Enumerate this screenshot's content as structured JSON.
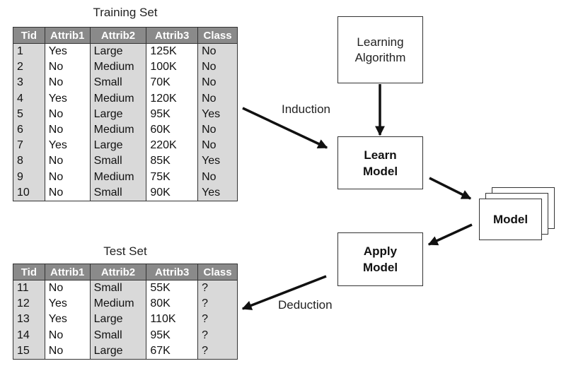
{
  "training_set": {
    "title": "Training Set",
    "headers": [
      "Tid",
      "Attrib1",
      "Attrib2",
      "Attrib3",
      "Class"
    ],
    "rows": [
      [
        "1",
        "Yes",
        "Large",
        "125K",
        "No"
      ],
      [
        "2",
        "No",
        "Medium",
        "100K",
        "No"
      ],
      [
        "3",
        "No",
        "Small",
        "70K",
        "No"
      ],
      [
        "4",
        "Yes",
        "Medium",
        "120K",
        "No"
      ],
      [
        "5",
        "No",
        "Large",
        "95K",
        "Yes"
      ],
      [
        "6",
        "No",
        "Medium",
        "60K",
        "No"
      ],
      [
        "7",
        "Yes",
        "Large",
        "220K",
        "No"
      ],
      [
        "8",
        "No",
        "Small",
        "85K",
        "Yes"
      ],
      [
        "9",
        "No",
        "Medium",
        "75K",
        "No"
      ],
      [
        "10",
        "No",
        "Small",
        "90K",
        "Yes"
      ]
    ]
  },
  "test_set": {
    "title": "Test Set",
    "headers": [
      "Tid",
      "Attrib1",
      "Attrib2",
      "Attrib3",
      "Class"
    ],
    "rows": [
      [
        "11",
        "No",
        "Small",
        "55K",
        "?"
      ],
      [
        "12",
        "Yes",
        "Medium",
        "80K",
        "?"
      ],
      [
        "13",
        "Yes",
        "Large",
        "110K",
        "?"
      ],
      [
        "14",
        "No",
        "Small",
        "95K",
        "?"
      ],
      [
        "15",
        "No",
        "Large",
        "67K",
        "?"
      ]
    ]
  },
  "learning_algorithm": {
    "line1": "Learning",
    "line2": "Algorithm"
  },
  "learn_model": {
    "line1": "Learn",
    "line2": "Model"
  },
  "model": {
    "label": "Model"
  },
  "apply_model": {
    "line1": "Apply",
    "line2": "Model"
  },
  "induction_label": "Induction",
  "deduction_label": "Deduction",
  "colors": {
    "header_bg": "#8a8a8a",
    "shaded_column": "#d9d9d9",
    "line": "#333333"
  }
}
